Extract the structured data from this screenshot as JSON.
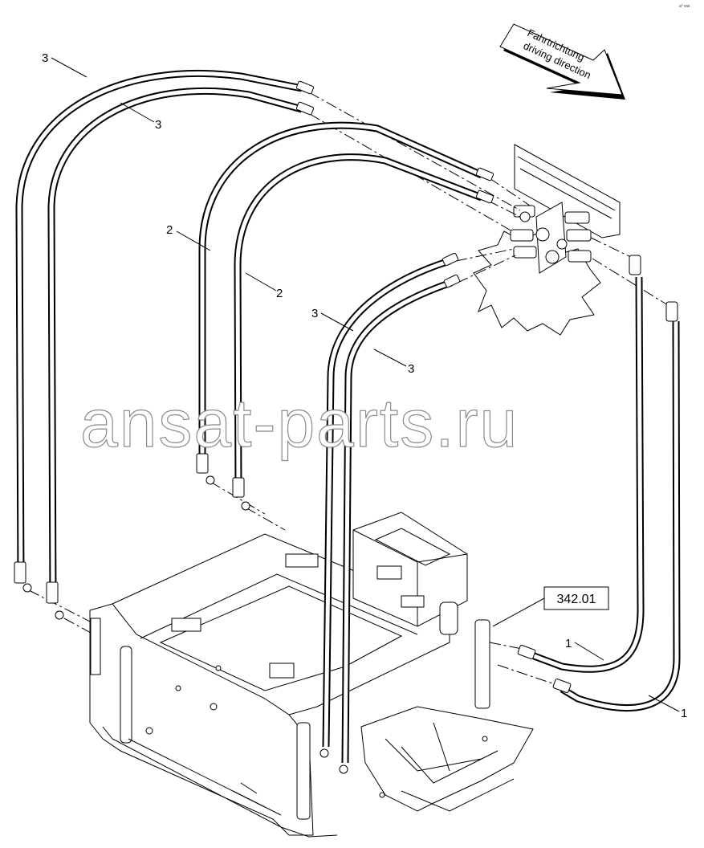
{
  "direction_arrow": {
    "line1": "Fahrtrichtung",
    "line2": "driving direction"
  },
  "callouts": {
    "hose_3_top_outer": "3",
    "hose_3_top_inner": "3",
    "hose_2_outer": "2",
    "hose_2_inner": "2",
    "hose_3_front_outer": "3",
    "hose_3_front_inner": "3",
    "hose_1_upper": "1",
    "hose_1_lower": "1"
  },
  "reference_box": {
    "label": "342.01"
  },
  "watermark": {
    "text": "ansat-parts.ru"
  },
  "corner_mark": {
    "text": "a° ww"
  }
}
